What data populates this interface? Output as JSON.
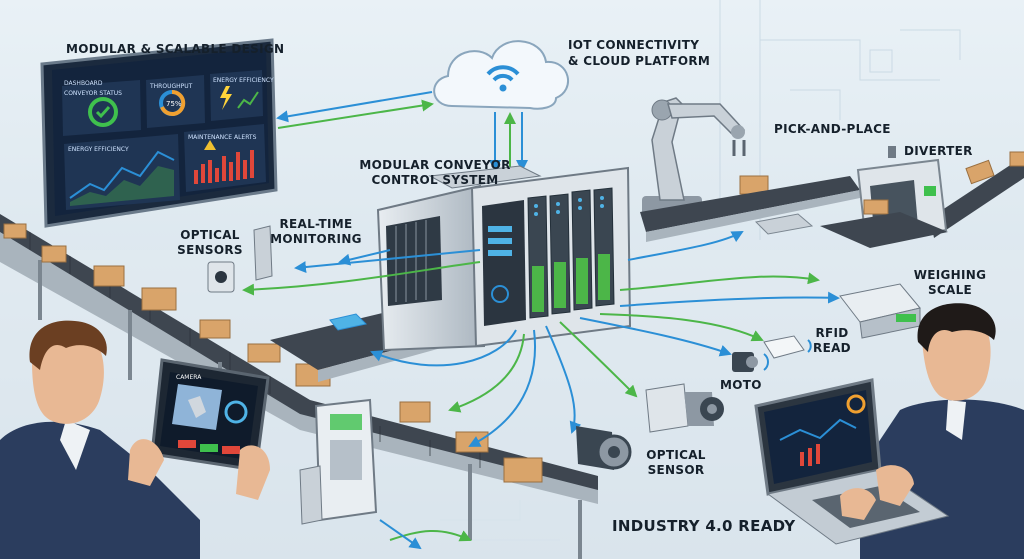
{
  "labels": {
    "modular_design": "MODULAR & SCALABLE DESIGN",
    "iot_line1": "IOT CONNECTIVITY",
    "iot_line2": "& CLOUD PLATFORM",
    "pick_place": "PICK-AND-PLACE",
    "diverter": "DIVERTER",
    "control_line1": "MODULAR CONVEYOR",
    "control_line2": "CONTROL SYSTEM",
    "realtime_line1": "REAL-TIME",
    "realtime_line2": "MONITORING",
    "optical_sensors_line1": "OPTICAL",
    "optical_sensors_line2": "SENSORS",
    "weighing_line1": "WEIGHING",
    "weighing_line2": "SCALE",
    "rfid_line1": "RFID",
    "rfid_line2": "READ",
    "moto": "MOTO",
    "optical_sensor_line1": "OPTICAL",
    "optical_sensor_line2": "SENSOR",
    "industry": "INDUSTRY 4.0 READY"
  },
  "dashboard": {
    "title": "DASHBOARD",
    "conveyor_status": "CONVEYOR STATUS",
    "throughput": "THROUGHPUT",
    "throughput_value": "75%",
    "energy_efficiency_top": "ENERGY EFFICIENCY",
    "energy_efficiency": "ENERGY EFFICIENCY",
    "maintenance_alerts": "MAINTENANCE ALERTS"
  },
  "tablet": {
    "title": "CAMERA"
  },
  "colors": {
    "background": "#dfe9f0",
    "conveyor_belt": "#3e4650",
    "box": "#d9a46a",
    "cable_blue": "#2b8fd6",
    "cable_green": "#4cb648",
    "screen_dark": "#13243d",
    "suit": "#2b3d5e"
  }
}
